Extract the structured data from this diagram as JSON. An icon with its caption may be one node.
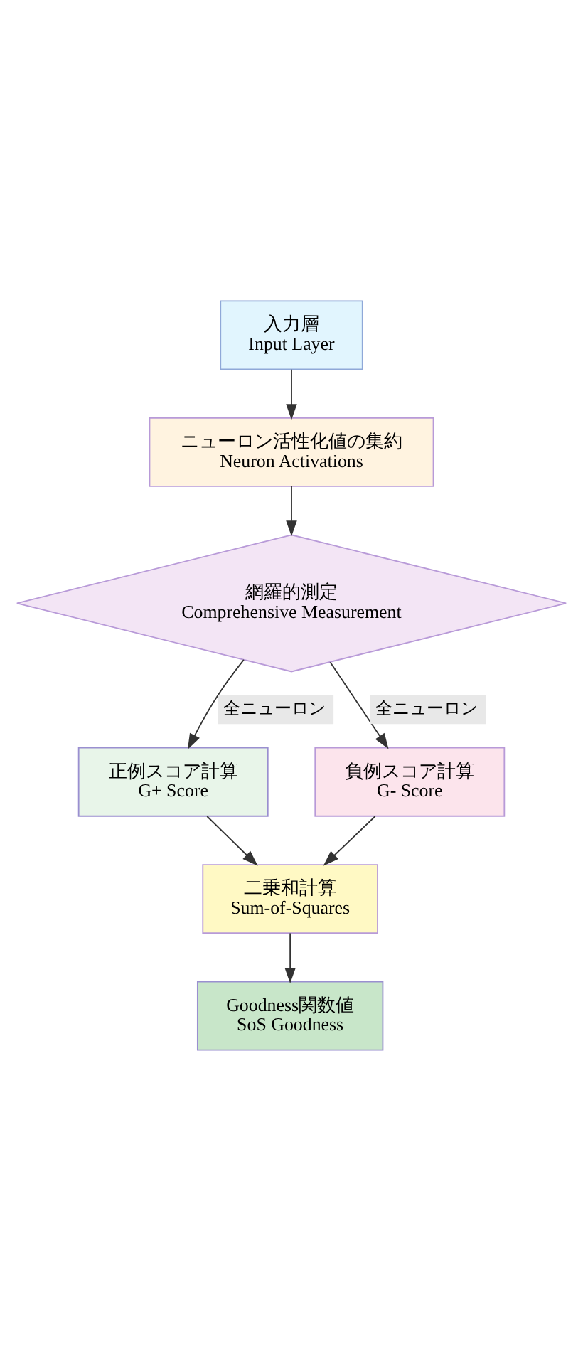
{
  "diagram": {
    "nodes": [
      {
        "text": [
          "入力層",
          "Input Layer"
        ]
      },
      {
        "text": [
          "ニューロン活性化値の集約",
          "Neuron Activations"
        ]
      },
      {
        "text": [
          "網羅的測定",
          "Comprehensive Measurement"
        ]
      },
      {
        "text": [
          "正例スコア計算",
          "G+ Score"
        ]
      },
      {
        "text": [
          "負例スコア計算",
          "G- Score"
        ]
      },
      {
        "text": [
          "二乗和計算",
          "Sum-of-Squares"
        ]
      },
      {
        "text": [
          "Goodness関数値",
          "SoS Goodness"
        ]
      }
    ],
    "edges": [
      {
        "from": 0,
        "to": 1,
        "arrow": "to"
      },
      {
        "from": 1,
        "to": 2,
        "arrow": "to"
      },
      {
        "from": 2,
        "to": 3,
        "arrow": "to",
        "label": "全ニューロン"
      },
      {
        "from": 2,
        "to": 4,
        "arrow": "to",
        "label": "全ニューロン"
      },
      {
        "from": 3,
        "to": 5,
        "arrow": "to"
      },
      {
        "from": 4,
        "to": 5,
        "arrow": "to"
      },
      {
        "from": 5,
        "to": 6,
        "arrow": "to"
      }
    ]
  }
}
